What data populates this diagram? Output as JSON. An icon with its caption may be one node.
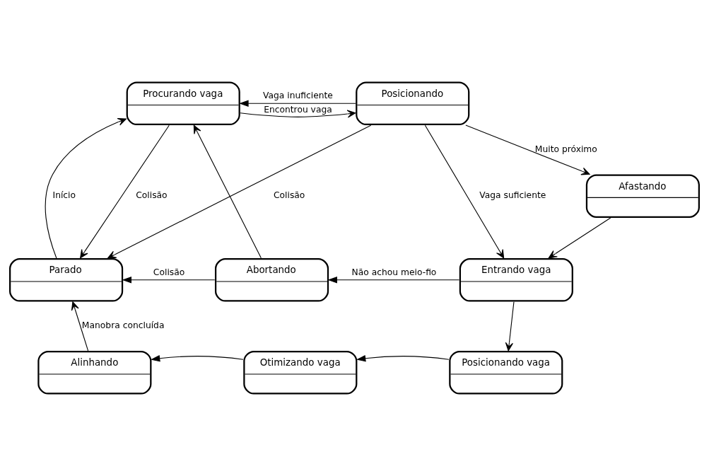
{
  "diagram": {
    "nodes": [
      {
        "text": [
          "Procurando vaga"
        ]
      },
      {
        "text": [
          "Posicionando"
        ]
      },
      {
        "text": [
          "Afastando"
        ]
      },
      {
        "text": [
          "Parado"
        ]
      },
      {
        "text": [
          "Abortando"
        ]
      },
      {
        "text": [
          "Entrando vaga"
        ]
      },
      {
        "text": [
          "Alinhando"
        ]
      },
      {
        "text": [
          "Otimizando vaga"
        ]
      },
      {
        "text": [
          "Posicionando vaga"
        ]
      }
    ],
    "edges": [
      {
        "from": 0,
        "to": 1,
        "arrow": "to",
        "label": "Encontrou vaga"
      },
      {
        "from": 1,
        "to": 0,
        "arrow": "to",
        "label": "Vaga inuficiente"
      },
      {
        "from": 1,
        "to": 3,
        "arrow": "to",
        "label": "Colisão"
      },
      {
        "from": 1,
        "to": 2,
        "arrow": "to",
        "label": "Muito próximo"
      },
      {
        "from": 1,
        "to": 5,
        "arrow": "to",
        "label": "Vaga suficiente"
      },
      {
        "from": 3,
        "to": 0,
        "arrow": "to",
        "label": "Início"
      },
      {
        "from": 0,
        "to": 3,
        "arrow": "to",
        "label": "Colisão"
      },
      {
        "from": 4,
        "to": 0,
        "arrow": "to"
      },
      {
        "from": 4,
        "to": 3,
        "arrow": "to",
        "label": "Colisão"
      },
      {
        "from": 2,
        "to": 5,
        "arrow": "to"
      },
      {
        "from": 5,
        "to": 4,
        "arrow": "to",
        "label": "Não achou meio-fio"
      },
      {
        "from": 5,
        "to": 8,
        "arrow": "to"
      },
      {
        "from": 8,
        "to": 7,
        "arrow": "to"
      },
      {
        "from": 7,
        "to": 6,
        "arrow": "to"
      },
      {
        "from": 6,
        "to": 3,
        "arrow": "to",
        "label": "Manobra concluída"
      }
    ]
  }
}
